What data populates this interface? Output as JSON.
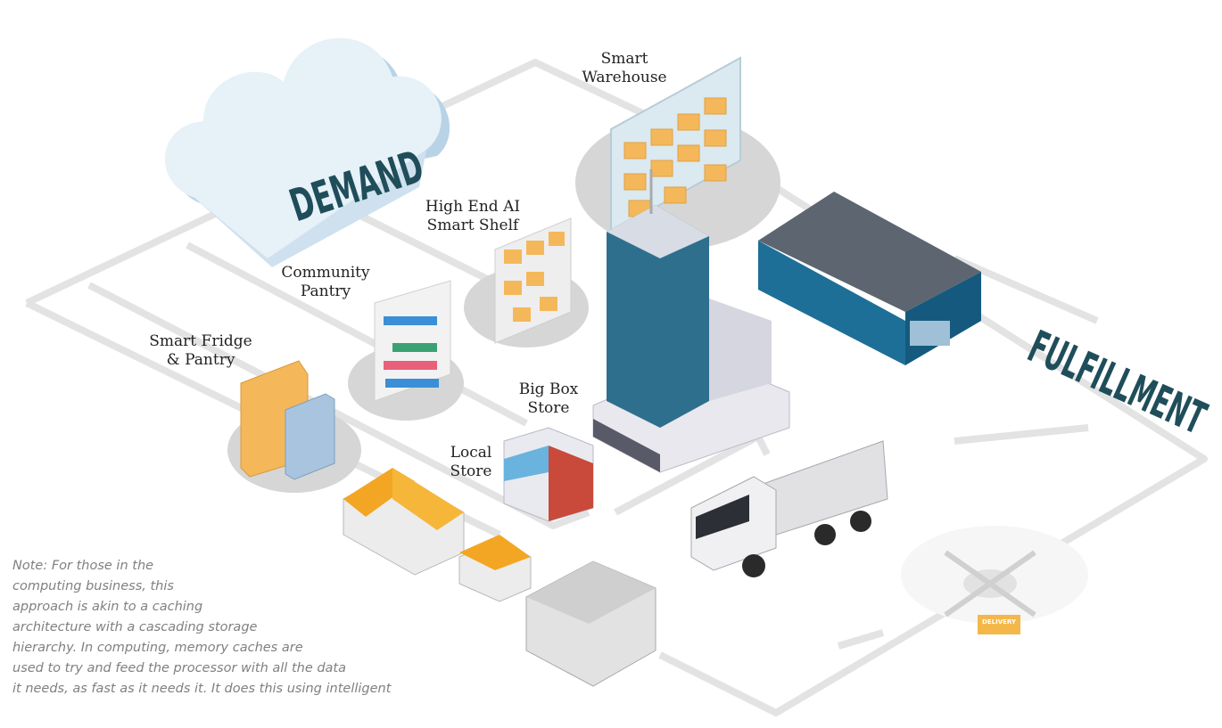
{
  "demand": {
    "label": "DEMAND",
    "colors": {
      "cloud": "#e6f1f8",
      "cloud_shade": "#b9d3e6",
      "text": "#1f4e5a"
    }
  },
  "fulfillment": {
    "label": "FULFILLMENT"
  },
  "nodes": {
    "smart_warehouse": [
      "Smart",
      "Warehouse"
    ],
    "high_end_shelf": [
      "High End AI",
      "Smart Shelf"
    ],
    "community_pantry": [
      "Community",
      "Pantry"
    ],
    "smart_fridge": [
      "Smart Fridge",
      "& Pantry"
    ],
    "big_box": [
      "Big Box",
      "Store"
    ],
    "local_store": [
      "Local",
      "Store"
    ]
  },
  "drone_badge": "DELIVERY",
  "note_lines": [
    "Note: For those in the",
    "computing business, this",
    "approach is akin to a caching",
    "architecture with a cascading storage",
    "hierarchy. In computing, memory caches are",
    "used to try and feed the processor with all the data",
    "it needs, as fast as it needs it. It does this using intelligent"
  ],
  "colors": {
    "path": "#e3e3e3",
    "pad": "#d6d6d6",
    "box": "#f4b85a",
    "tower": "#2e6f8e",
    "warehouse": "#1e6f98",
    "roof": "#5d6670"
  }
}
